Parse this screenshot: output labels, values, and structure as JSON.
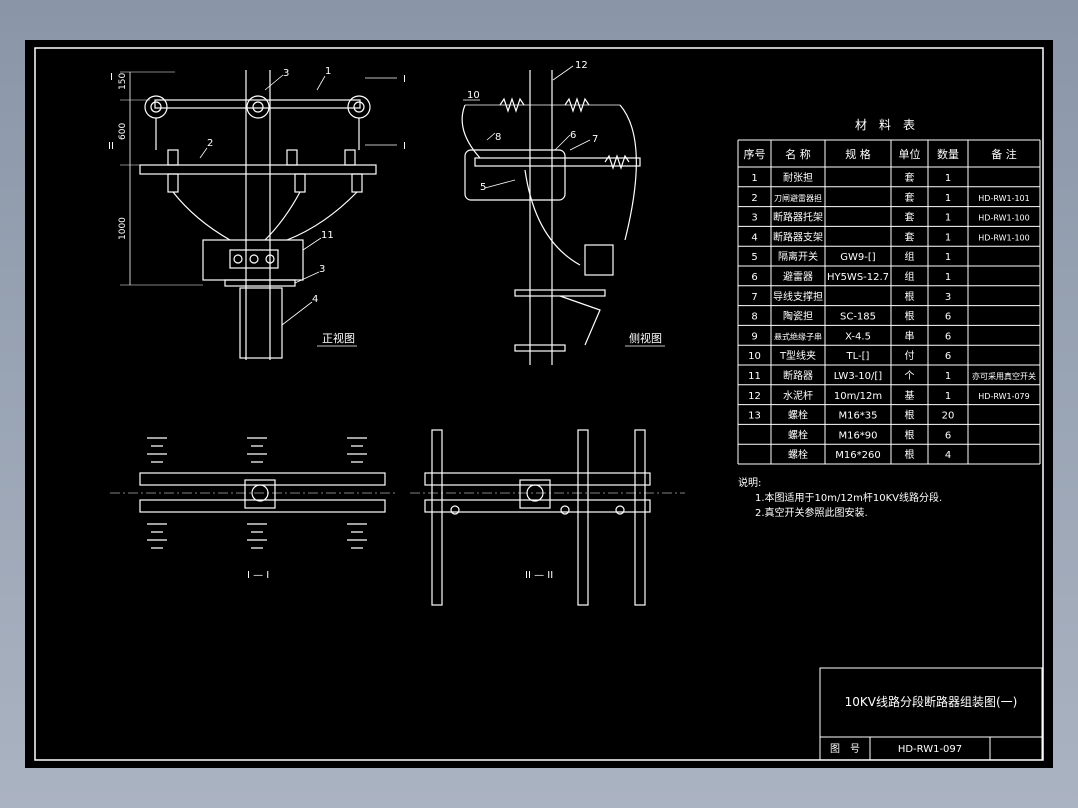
{
  "views": {
    "front_label": "正视图",
    "side_label": "侧视图",
    "section1_label": "I — I",
    "section2_label": "II — II",
    "section_mark_1": "I",
    "section_mark_2": "II"
  },
  "dimensions": {
    "d1": "150",
    "d2": "600",
    "d3": "1000"
  },
  "callouts": [
    "1",
    "2",
    "3",
    "4",
    "5",
    "6",
    "7",
    "8",
    "10",
    "11",
    "12"
  ],
  "materials": {
    "title": "材　料　表",
    "headers": [
      "序号",
      "名 称",
      "规 格",
      "单位",
      "数量",
      "备 注"
    ],
    "rows": [
      [
        "1",
        "耐张担",
        "",
        "套",
        "1",
        ""
      ],
      [
        "2",
        "刀闸避雷器担",
        "",
        "套",
        "1",
        "HD-RW1-101"
      ],
      [
        "3",
        "断路器托架",
        "",
        "套",
        "1",
        "HD-RW1-100"
      ],
      [
        "4",
        "断路器支架",
        "",
        "套",
        "1",
        "HD-RW1-100"
      ],
      [
        "5",
        "隔离开关",
        "GW9-[]",
        "组",
        "1",
        ""
      ],
      [
        "6",
        "避雷器",
        "HY5WS-12.7",
        "组",
        "1",
        ""
      ],
      [
        "7",
        "导线支撑担",
        "",
        "根",
        "3",
        ""
      ],
      [
        "8",
        "陶瓷担",
        "SC-185",
        "根",
        "6",
        ""
      ],
      [
        "9",
        "悬式绝缘子串",
        "X-4.5",
        "串",
        "6",
        ""
      ],
      [
        "10",
        "T型线夹",
        "TL-[]",
        "付",
        "6",
        ""
      ],
      [
        "11",
        "断路器",
        "LW3-10/[]",
        "个",
        "1",
        "亦可采用真空开关"
      ],
      [
        "12",
        "水泥杆",
        "10m/12m",
        "基",
        "1",
        "HD-RW1-079"
      ],
      [
        "13",
        "螺栓",
        "M16*35",
        "根",
        "20",
        ""
      ],
      [
        "",
        "螺栓",
        "M16*90",
        "根",
        "6",
        ""
      ],
      [
        "",
        "螺栓",
        "M16*260",
        "根",
        "4",
        ""
      ]
    ]
  },
  "notes": {
    "title": "说明:",
    "lines": [
      "1.本图适用于10m/12m杆10KV线路分段.",
      "2.真空开关参照此图安装."
    ]
  },
  "title_block": {
    "title": "10KV线路分段断路器组装图(一)",
    "drawing_no_label": "图　号",
    "drawing_no": "HD-RW1-097"
  }
}
